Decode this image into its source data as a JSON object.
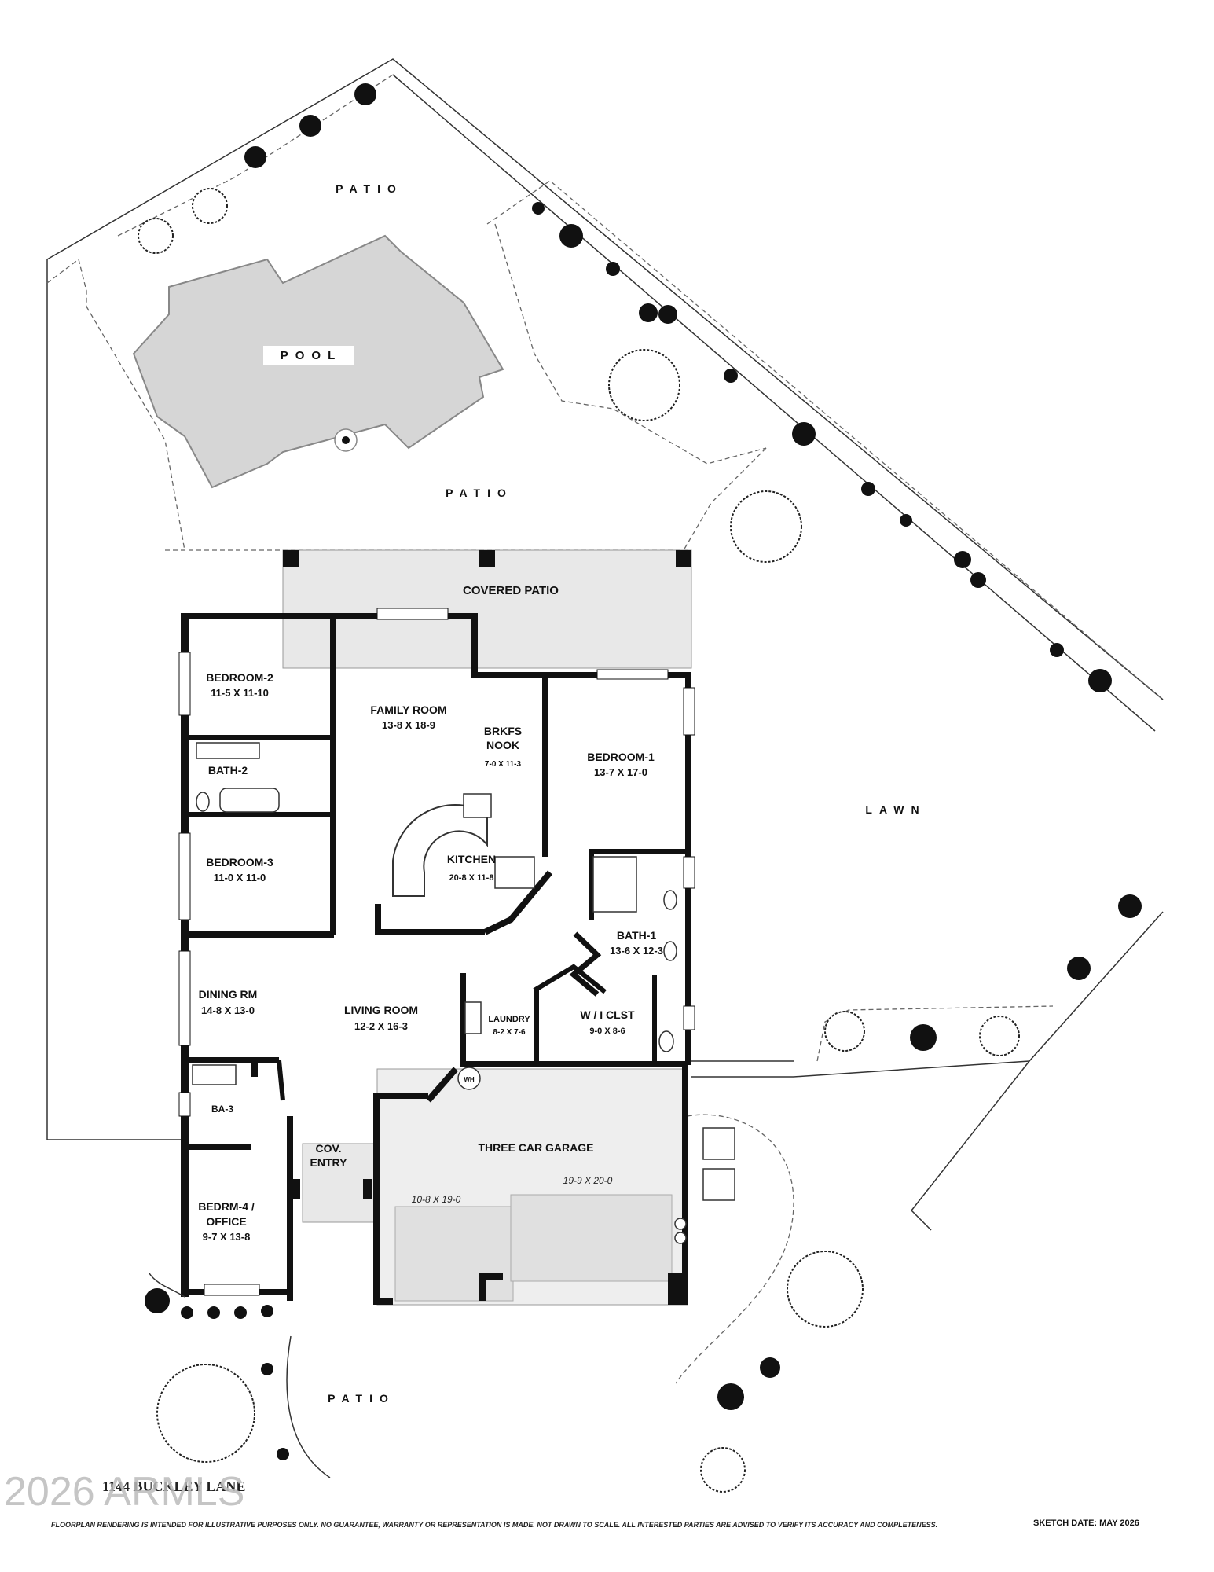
{
  "plan": {
    "outdoor": {
      "patio_top": "PATIO",
      "pool": "POOL",
      "patio_mid": "PATIO",
      "lawn": "LAWN",
      "patio_bottom": "PATIO",
      "covered_patio": "COVERED PATIO"
    },
    "rooms": {
      "bedroom2": {
        "name": "BEDROOM-2",
        "size": "11-5 X 11-10"
      },
      "family": {
        "name": "FAMILY ROOM",
        "size": "13-8  X  18-9"
      },
      "nook": {
        "name1": "BRKFS",
        "name2": "NOOK",
        "size": "7-0 X 11-3"
      },
      "bedroom1": {
        "name": "BEDROOM-1",
        "size": "13-7  X  17-0"
      },
      "bath2": {
        "name": "BATH-2"
      },
      "bedroom3": {
        "name": "BEDROOM-3",
        "size": "11-0  X  11-0"
      },
      "kitchen": {
        "name": "KITCHEN",
        "size": "20-8 X 11-8"
      },
      "bath1": {
        "name": "BATH-1",
        "size": "13-6 X 12-3"
      },
      "dining": {
        "name": "DINING RM",
        "size": "14-8 X 13-0"
      },
      "living": {
        "name": "LIVING ROOM",
        "size": "12-2  X  16-3"
      },
      "laundry": {
        "name": "LAUNDRY",
        "size": "8-2 X 7-6"
      },
      "wic": {
        "name": "W / I  CLST",
        "size": "9-0 X 8-6"
      },
      "ba3": {
        "name": "BA-3"
      },
      "wh": {
        "name": "WH"
      },
      "coventry": {
        "name1": "COV.",
        "name2": "ENTRY"
      },
      "garage": {
        "name": "THREE CAR GARAGE",
        "size1": "19-9 X 20-0",
        "size2": "10-8 X 19-0"
      },
      "bedroom4": {
        "name1": "BEDRM-4  /",
        "name2": "OFFICE",
        "size": "9-7 X 13-8"
      }
    },
    "footer": {
      "watermark": "2026 ARMLS",
      "address": "1144 BUCKLEY LANE",
      "disclaimer": "FLOORPLAN RENDERING IS INTENDED FOR ILLUSTRATIVE PURPOSES ONLY.  NO GUARANTEE, WARRANTY OR REPRESENTATION IS MADE.  NOT DRAWN TO SCALE.  ALL INTERESTED PARTIES ARE ADVISED TO VERIFY ITS ACCURACY AND COMPLETENESS.",
      "sketch_date": "SKETCH DATE:  MAY 2026"
    }
  }
}
